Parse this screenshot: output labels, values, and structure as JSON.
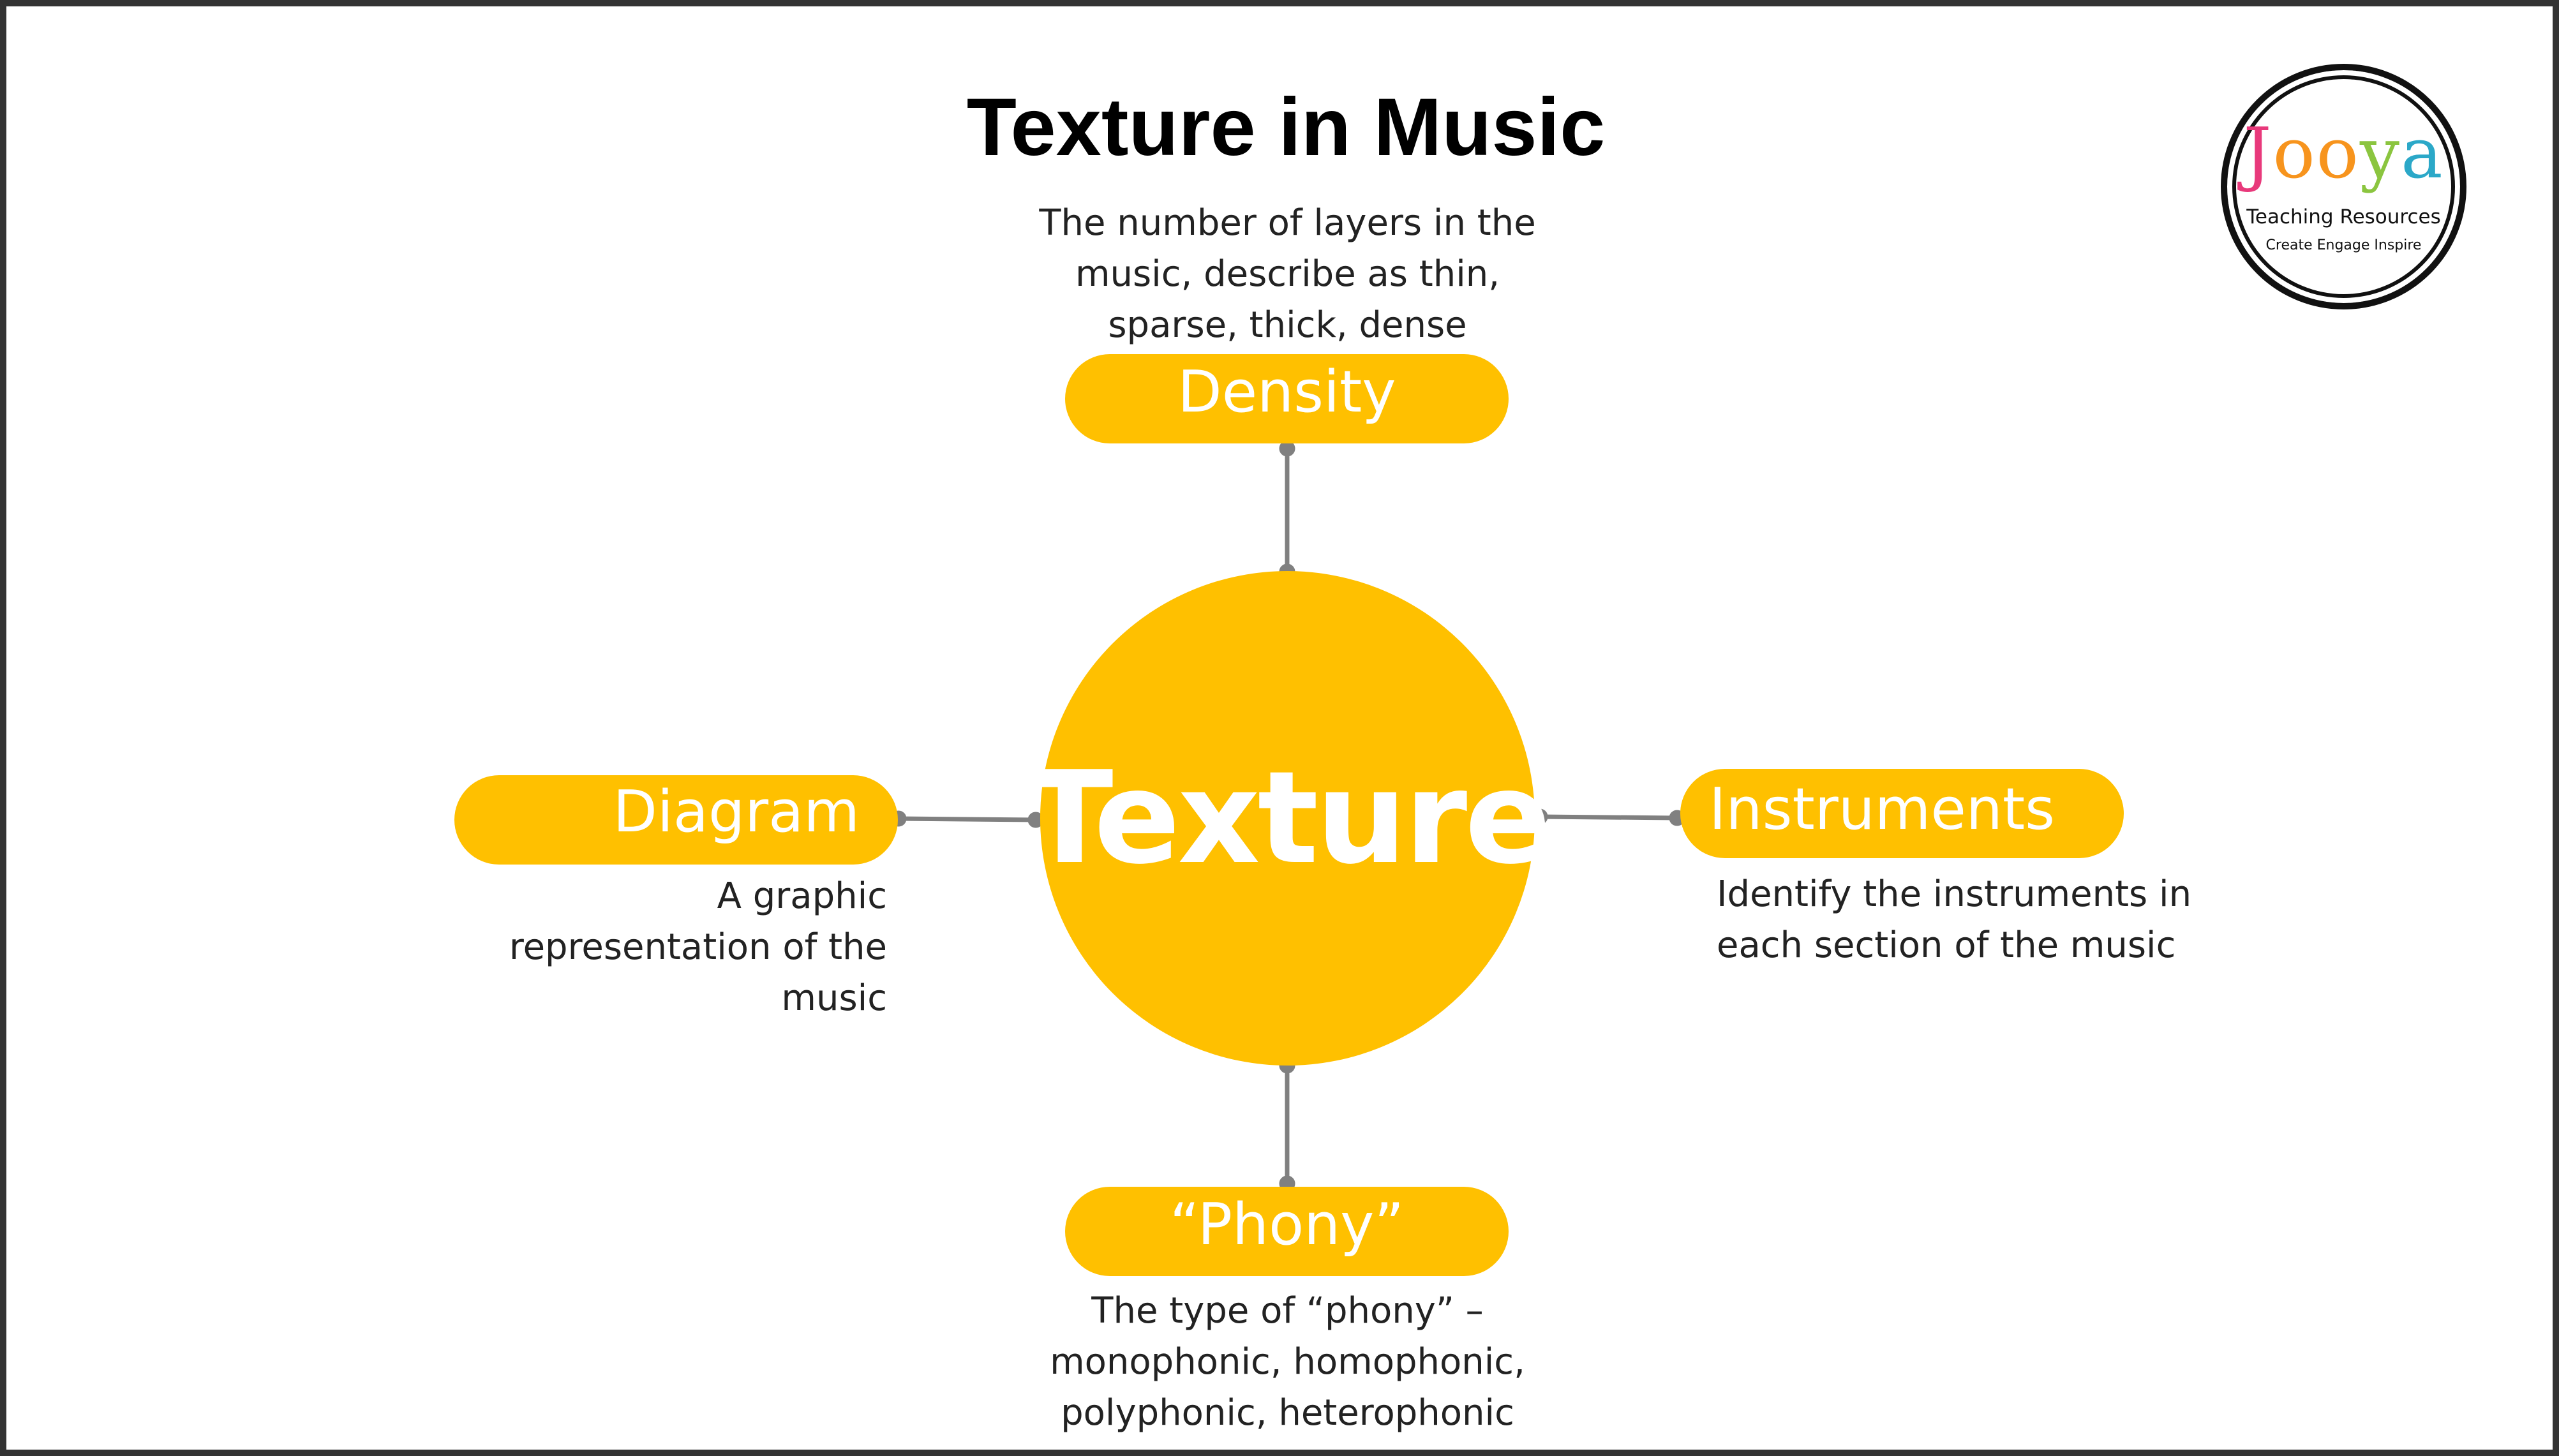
{
  "title": "Texture in Music",
  "center": {
    "label": "Texture"
  },
  "nodes": {
    "density": {
      "label": "Density",
      "description": "The number of layers in the music, describe as thin, sparse, thick, dense"
    },
    "diagram": {
      "label": "Diagram",
      "description": "A graphic representation of the music"
    },
    "instruments": {
      "label": "Instruments",
      "description": "Identify the instruments in each section of the music"
    },
    "phony": {
      "label": "“Phony”",
      "description": "The type of “phony” – monophonic, homophonic, polyphonic, heterophonic"
    }
  },
  "logo": {
    "letters": [
      "J",
      "o",
      "o",
      "y",
      "a"
    ],
    "subtitle": "Teaching Resources",
    "tagline": "Create  Engage  Inspire"
  },
  "colors": {
    "accent": "#FFC000",
    "connector": "#808080",
    "text": "#222222",
    "logo_letters": [
      "#E8397B",
      "#F7941D",
      "#F7941D",
      "#8BC53F",
      "#2BA8C8"
    ]
  }
}
